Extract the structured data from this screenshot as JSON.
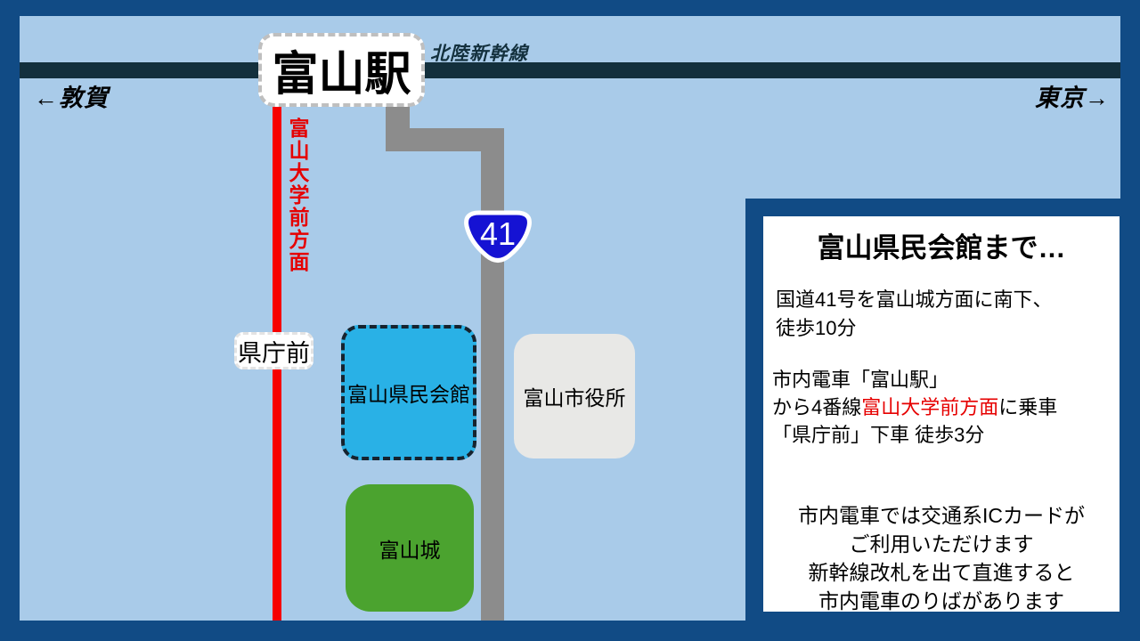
{
  "map": {
    "shinkansen_label": "北陸新幹線",
    "direction_left": "←敦賀",
    "direction_right": "東京→",
    "station_label": "富山駅",
    "tram_direction_vertical": "富山大学前方面",
    "route_shield_number": "41",
    "tram_stop_label": "県庁前",
    "buildings": {
      "kenminkaikan": "富山県民会館",
      "cityhall": "富山市役所",
      "castle": "富山城"
    }
  },
  "panel": {
    "title": "富山県民会館まで…",
    "walk_directions": {
      "line1": "国道41号を富山城方面に南下、",
      "line2": "徒歩10分"
    },
    "tram_directions": {
      "line1": "市内電車「富山駅」",
      "line2_pre": "から4番線",
      "line2_red": "富山大学前方面",
      "line2_post": "に乗車",
      "line3": "「県庁前」下車 徒歩3分"
    },
    "ic_note": {
      "line1": "市内電車では交通系ICカードが",
      "line2": "ご利用いただけます",
      "line3": "新幹線改札を出て直進すると",
      "line4": "市内電車のりばがあります"
    }
  },
  "colors": {
    "frame_navy": "#114b85",
    "map_background": "#a9cbe9",
    "shinkansen_dark_teal": "#13303d",
    "tram_red": "#f60000",
    "road_gray": "#8c8c8c",
    "kenminkaikan_blue": "#29b1e6",
    "cityhall_gray": "#e8e8e6",
    "castle_green": "#4ba32f",
    "route_shield_blue": "#1512d3",
    "highlight_red_text": "#e60000"
  }
}
